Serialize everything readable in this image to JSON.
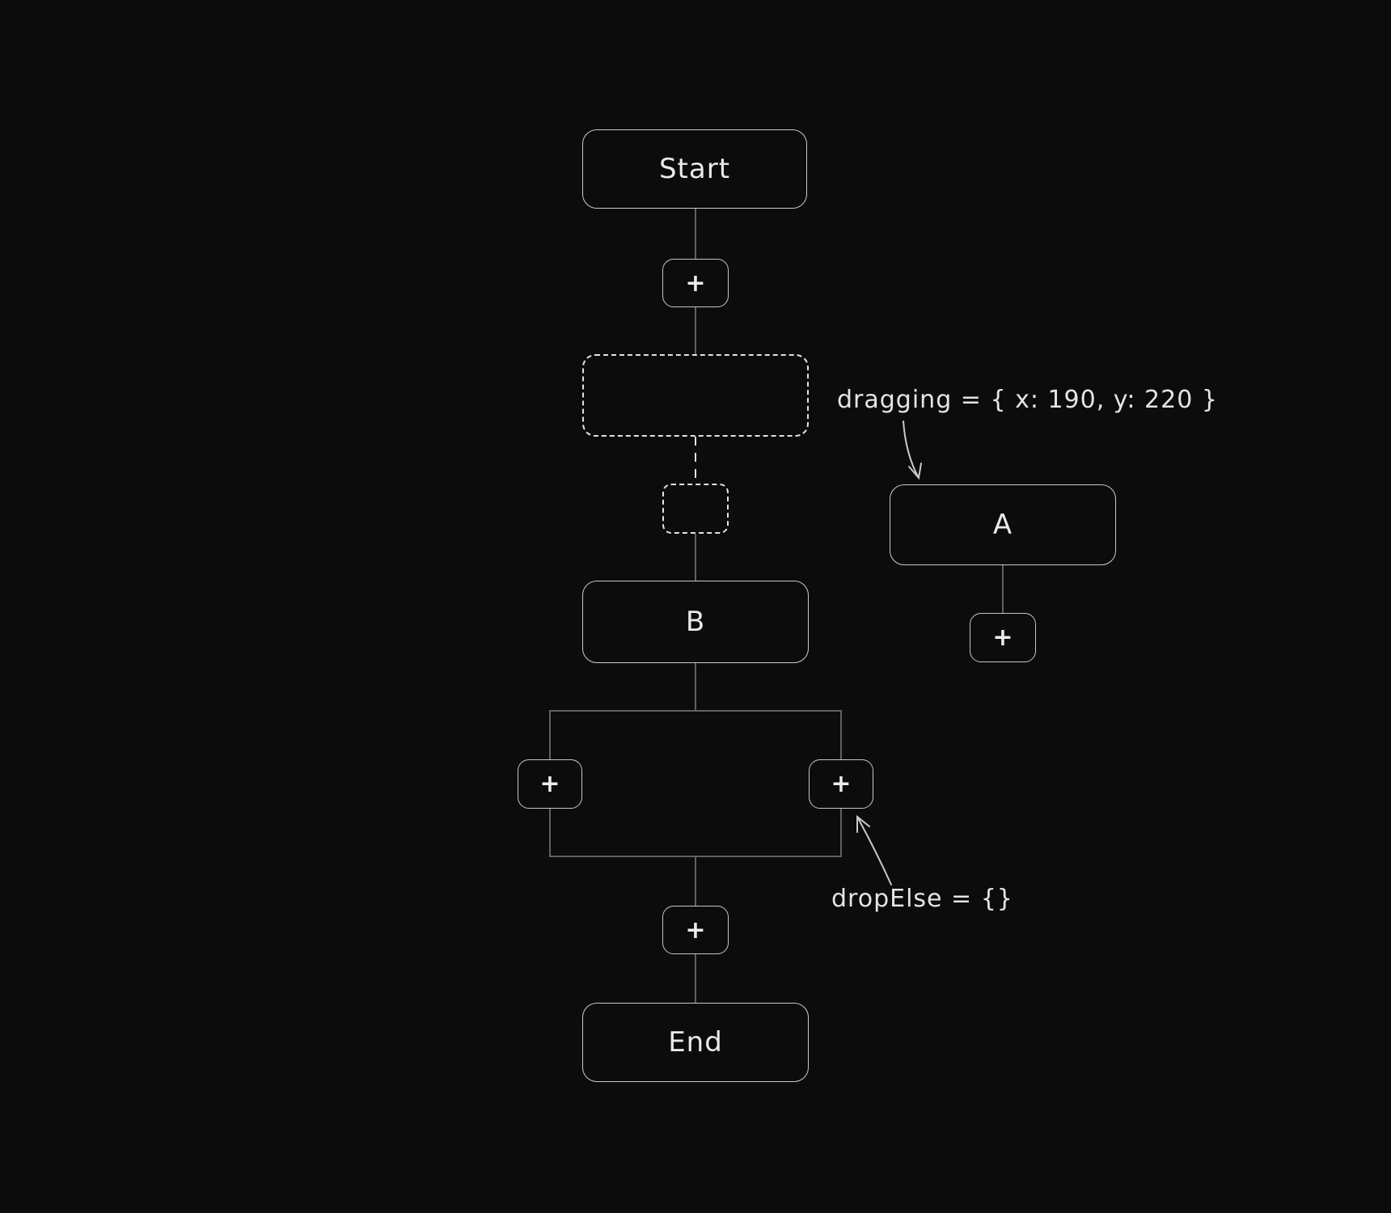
{
  "canvas": {
    "kind": "flow-editor-drag-drop-state",
    "colors": {
      "background": "#0c0c0c",
      "node_stroke": "#cbcbcb",
      "connector_stroke": "#616161",
      "drop_indicator_stroke": "#e3e3e3",
      "annotation_color": "#e4e4e4",
      "text_color": "#e9e9e9"
    }
  },
  "nodes": {
    "start": {
      "label": "Start"
    },
    "a": {
      "label": "A"
    },
    "b": {
      "label": "B"
    },
    "end": {
      "label": "End"
    }
  },
  "controls": {
    "add_label": "+"
  },
  "annotations": {
    "dragging": {
      "text": "dragging = { x: 190, y: 220 }"
    },
    "drop_else": {
      "text": "dropElse = {}"
    }
  }
}
